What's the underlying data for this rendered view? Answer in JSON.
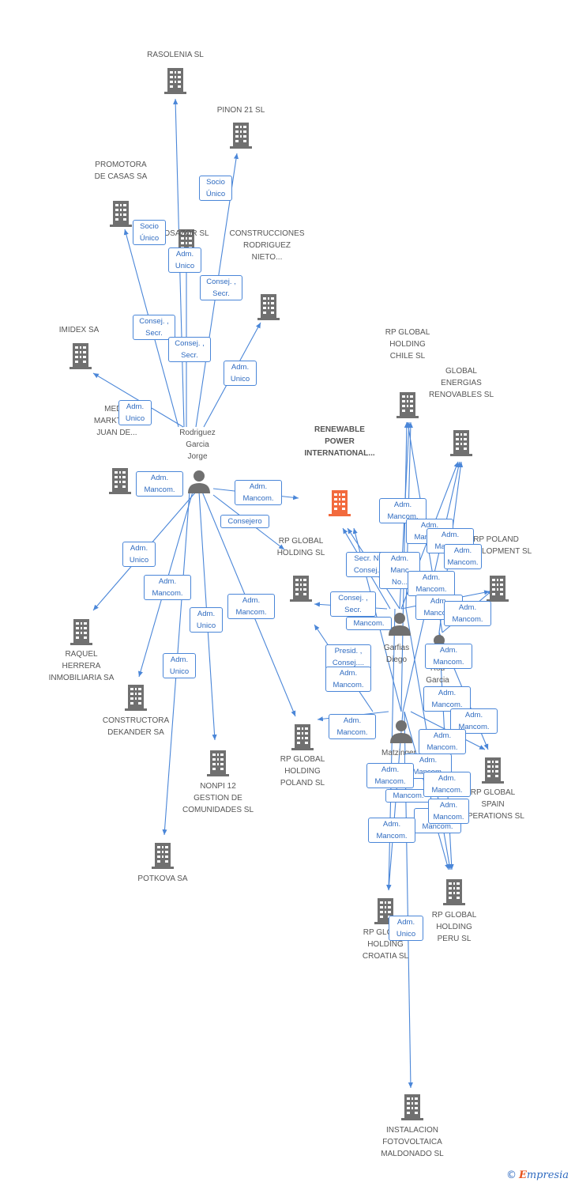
{
  "colors": {
    "edge": "#4a86d8",
    "building": "#707070",
    "building_main": "#f26a3d",
    "person": "#707070",
    "text": "#555555"
  },
  "companies": [
    {
      "id": "rasolenia",
      "lines": [
        "RASOLENIA SL"
      ]
    },
    {
      "id": "pinon21",
      "lines": [
        "PINON 21 SL"
      ]
    },
    {
      "id": "promotora",
      "lines": [
        "PROMOTORA",
        "DE CASAS SA"
      ]
    },
    {
      "id": "osazor",
      "lines": [
        "OSAZOR  SL"
      ]
    },
    {
      "id": "construcciones",
      "lines": [
        "CONSTRUCCIONES",
        "RODRIGUEZ",
        "NIETO..."
      ]
    },
    {
      "id": "imidex",
      "lines": [
        "IMIDEX SA"
      ]
    },
    {
      "id": "media",
      "lines": [
        "MEDIA",
        "MARKT SAN",
        "JUAN DE..."
      ]
    },
    {
      "id": "renewable",
      "lines": [
        "RENEWABLE",
        "POWER",
        "INTERNATIONAL..."
      ],
      "main": true
    },
    {
      "id": "rpchile",
      "lines": [
        "RP GLOBAL",
        "HOLDING",
        "CHILE SL"
      ]
    },
    {
      "id": "globalen",
      "lines": [
        "GLOBAL",
        "ENERGIAS",
        "RENOVABLES SL"
      ]
    },
    {
      "id": "rppolanddev",
      "lines": [
        "RP POLAND",
        "DEVELOPMENT SL"
      ]
    },
    {
      "id": "rpholding",
      "lines": [
        "RP GLOBAL",
        "HOLDING SL"
      ]
    },
    {
      "id": "raquel",
      "lines": [
        "RAQUEL",
        "HERRERA",
        "INMOBILIARIA SA"
      ]
    },
    {
      "id": "dekander",
      "lines": [
        "CONSTRUCTORA",
        "DEKANDER SA"
      ]
    },
    {
      "id": "nonpi",
      "lines": [
        "NONPI 12",
        "GESTION DE",
        "COMUNIDADES SL"
      ]
    },
    {
      "id": "rppoland",
      "lines": [
        "RP GLOBAL",
        "HOLDING",
        "POLAND SL"
      ]
    },
    {
      "id": "rpspain",
      "lines": [
        "RP GLOBAL",
        "SPAIN",
        "OPERATIONS SL"
      ]
    },
    {
      "id": "potkova",
      "lines": [
        "POTKOVA SA"
      ]
    },
    {
      "id": "rpperu",
      "lines": [
        "RP GLOBAL",
        "HOLDING",
        "PERU  SL"
      ]
    },
    {
      "id": "rpcroatia",
      "lines": [
        "RP GLOBAL",
        "HOLDING",
        "CROATIA SL"
      ]
    },
    {
      "id": "instalacion",
      "lines": [
        "INSTALACION",
        "FOTOVOLTAICA",
        "MALDONADO SL"
      ]
    }
  ],
  "persons": [
    {
      "id": "rodriguez",
      "lines": [
        "Rodriguez",
        "Garcia",
        "Jorge"
      ]
    },
    {
      "id": "garfias",
      "lines": [
        "Garfias",
        "Diego"
      ]
    },
    {
      "id": "rodgarcia",
      "lines": [
        "Rod",
        "Garcia"
      ]
    },
    {
      "id": "matzinger",
      "lines": [
        "Matzinger",
        "..."
      ]
    }
  ],
  "edge_labels": [
    {
      "id": "l1",
      "lines": [
        "Socio",
        "Único"
      ]
    },
    {
      "id": "l2",
      "lines": [
        "Socio",
        "Único"
      ]
    },
    {
      "id": "l3",
      "lines": [
        "Adm.",
        "Unico"
      ]
    },
    {
      "id": "l4",
      "lines": [
        "Consej. ,",
        "Secr."
      ]
    },
    {
      "id": "l5",
      "lines": [
        "Consej. ,",
        "Secr."
      ]
    },
    {
      "id": "l6",
      "lines": [
        "Consej. ,",
        "Secr."
      ]
    },
    {
      "id": "l7",
      "lines": [
        "Adm.",
        "Unico"
      ]
    },
    {
      "id": "l8",
      "lines": [
        "Adm.",
        "Unico"
      ]
    },
    {
      "id": "l9",
      "lines": [
        "Adm.",
        "Mancom."
      ]
    },
    {
      "id": "l10",
      "lines": [
        "Adm.",
        "Mancom."
      ]
    },
    {
      "id": "l11",
      "lines": [
        "Consejero"
      ]
    },
    {
      "id": "l12",
      "lines": [
        "Adm.",
        "Unico"
      ]
    },
    {
      "id": "l13",
      "lines": [
        "Adm.",
        "Mancom."
      ]
    },
    {
      "id": "l14",
      "lines": [
        "Adm.",
        "Unico"
      ]
    },
    {
      "id": "l15",
      "lines": [
        "Adm.",
        "Mancom."
      ]
    },
    {
      "id": "l16",
      "lines": [
        "Adm.",
        "Unico"
      ]
    },
    {
      "id": "l17",
      "lines": [
        "Adm.",
        "Mancom."
      ]
    },
    {
      "id": "l18",
      "lines": [
        "Adm.",
        "Mancom."
      ]
    },
    {
      "id": "l19",
      "lines": [
        "Adm.",
        "Mancom."
      ]
    },
    {
      "id": "l20",
      "lines": [
        "Adm.",
        "Mancom."
      ]
    },
    {
      "id": "l21",
      "lines": [
        "Secr.  N",
        "Consej."
      ]
    },
    {
      "id": "l22",
      "lines": [
        "Adm.",
        "Manc",
        "No..."
      ]
    },
    {
      "id": "l23",
      "lines": [
        "Adm.",
        "Mancom."
      ]
    },
    {
      "id": "l24",
      "lines": [
        "Adm.",
        "Mancom."
      ]
    },
    {
      "id": "l25",
      "lines": [
        "Consej. ,",
        "Secr."
      ]
    },
    {
      "id": "l26",
      "lines": [
        "Mancom."
      ]
    },
    {
      "id": "l27",
      "lines": [
        "Adm.",
        "Mancom."
      ]
    },
    {
      "id": "l28",
      "lines": [
        "Presid. ,",
        "Consej...."
      ]
    },
    {
      "id": "l29",
      "lines": [
        "Adm.",
        "Mancom."
      ]
    },
    {
      "id": "l30",
      "lines": [
        "Adm.",
        "Mancom."
      ]
    },
    {
      "id": "l31",
      "lines": [
        "Adm.",
        "Mancom."
      ]
    },
    {
      "id": "l32",
      "lines": [
        "Adm.",
        "Mancom."
      ]
    },
    {
      "id": "l33",
      "lines": [
        "Adm.",
        "Mancom."
      ]
    },
    {
      "id": "l34",
      "lines": [
        "Adm.",
        "Mancom."
      ]
    },
    {
      "id": "l35",
      "lines": [
        "Adm.",
        "Mancom."
      ]
    },
    {
      "id": "l36",
      "lines": [
        "Adm.",
        "Mancom."
      ]
    },
    {
      "id": "l37",
      "lines": [
        "Mancom."
      ]
    },
    {
      "id": "l38",
      "lines": [
        "Adm.",
        "Mancom."
      ]
    },
    {
      "id": "l39",
      "lines": [
        "Adm.",
        "Mancom."
      ]
    },
    {
      "id": "l40",
      "lines": [
        "Adm.",
        "Mancom."
      ]
    },
    {
      "id": "l41",
      "lines": [
        "Adm.",
        "Unico"
      ]
    },
    {
      "id": "l42",
      "lines": [
        "Adm.",
        "Mancom."
      ]
    }
  ],
  "brand": {
    "copyright": "©",
    "e": "E",
    "rest": "mpresia"
  }
}
